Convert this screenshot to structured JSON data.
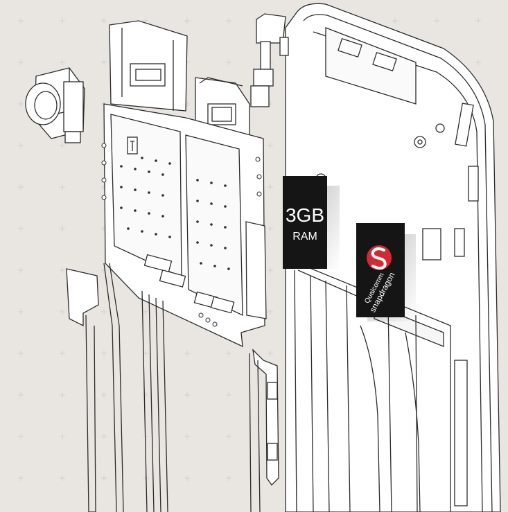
{
  "illustration": {
    "background_color": "#e9e6e1",
    "line_color": "#2b2b2b",
    "ram_chip": {
      "capacity": "3GB",
      "type": "RAM",
      "fill_color": "#151515",
      "text_color": "#ffffff"
    },
    "processor_chip": {
      "brand": "Qualcomm",
      "product": "snapdragon",
      "fill_color": "#151515",
      "logo_color": "#d22a34",
      "text_color": "#ffffff"
    }
  }
}
